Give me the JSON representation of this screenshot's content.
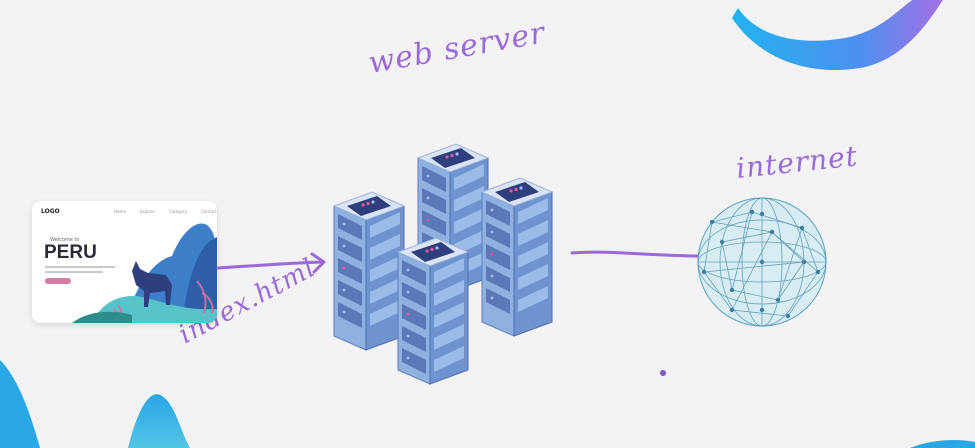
{
  "labels": {
    "web_server": "web server",
    "internet": "internet",
    "file": "index.html"
  },
  "webpage": {
    "logo": "LOGO",
    "nav": [
      "Home",
      "Explore",
      "Category",
      "Contact"
    ],
    "welcome": "Welcome to",
    "title": "PERU"
  },
  "colors": {
    "ink": "#9a6ad8",
    "server_top": "#2f3e7c",
    "server_side": "#6f93cf",
    "accent_blue": "#2ba9ef"
  }
}
